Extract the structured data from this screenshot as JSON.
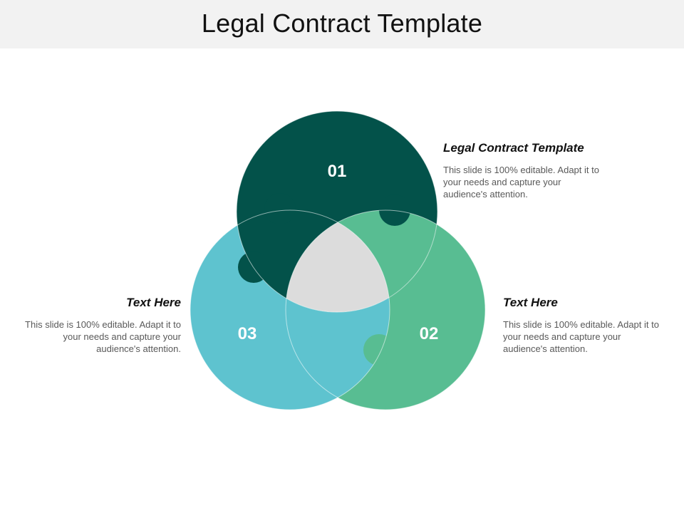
{
  "page": {
    "title": "Legal Contract Template"
  },
  "diagram": {
    "segments": [
      {
        "number": "01",
        "color": "#03524a"
      },
      {
        "number": "02",
        "color": "#58bd92"
      },
      {
        "number": "03",
        "color": "#5ec3cf"
      }
    ],
    "center_color": "#dcdcdc"
  },
  "blocks": {
    "top_right": {
      "heading": "Legal Contract Template",
      "body": "This slide is 100% editable. Adapt it to your needs and capture your audience's attention."
    },
    "right": {
      "heading": "Text Here",
      "body": "This slide is 100% editable. Adapt it to your needs and capture your audience's attention."
    },
    "left": {
      "heading": "Text Here",
      "body": "This slide is 100% editable. Adapt it to your needs and capture your audience's attention."
    }
  }
}
